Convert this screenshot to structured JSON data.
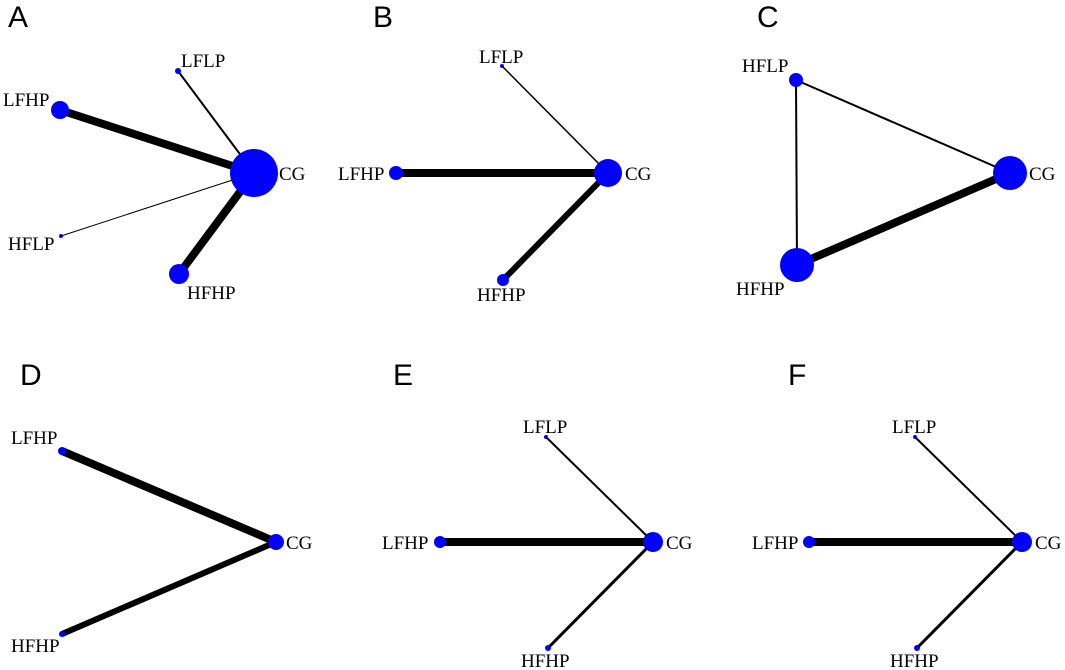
{
  "node_color": "#0000ff",
  "edge_color": "#000000",
  "panels": [
    {
      "id": "A",
      "label": "A",
      "nodes": [
        {
          "id": "CG",
          "label": "CG"
        },
        {
          "id": "LFLP",
          "label": "LFLP"
        },
        {
          "id": "LFHP",
          "label": "LFHP"
        },
        {
          "id": "HFLP",
          "label": "HFLP"
        },
        {
          "id": "HFHP",
          "label": "HFHP"
        }
      ],
      "edges": [
        {
          "source": "LFLP",
          "target": "CG"
        },
        {
          "source": "LFHP",
          "target": "CG"
        },
        {
          "source": "HFLP",
          "target": "CG"
        },
        {
          "source": "HFHP",
          "target": "CG"
        }
      ]
    },
    {
      "id": "B",
      "label": "B",
      "nodes": [
        {
          "id": "CG",
          "label": "CG"
        },
        {
          "id": "LFLP",
          "label": "LFLP"
        },
        {
          "id": "LFHP",
          "label": "LFHP"
        },
        {
          "id": "HFHP",
          "label": "HFHP"
        }
      ],
      "edges": [
        {
          "source": "LFLP",
          "target": "CG"
        },
        {
          "source": "LFHP",
          "target": "CG"
        },
        {
          "source": "HFHP",
          "target": "CG"
        }
      ]
    },
    {
      "id": "C",
      "label": "C",
      "nodes": [
        {
          "id": "CG",
          "label": "CG"
        },
        {
          "id": "HFLP",
          "label": "HFLP"
        },
        {
          "id": "HFHP",
          "label": "HFHP"
        }
      ],
      "edges": [
        {
          "source": "HFLP",
          "target": "CG"
        },
        {
          "source": "HFLP",
          "target": "HFHP"
        },
        {
          "source": "HFHP",
          "target": "CG"
        }
      ]
    },
    {
      "id": "D",
      "label": "D",
      "nodes": [
        {
          "id": "CG",
          "label": "CG"
        },
        {
          "id": "LFHP",
          "label": "LFHP"
        },
        {
          "id": "HFHP",
          "label": "HFHP"
        }
      ],
      "edges": [
        {
          "source": "LFHP",
          "target": "CG"
        },
        {
          "source": "HFHP",
          "target": "CG"
        }
      ]
    },
    {
      "id": "E",
      "label": "E",
      "nodes": [
        {
          "id": "CG",
          "label": "CG"
        },
        {
          "id": "LFLP",
          "label": "LFLP"
        },
        {
          "id": "LFHP",
          "label": "LFHP"
        },
        {
          "id": "HFHP",
          "label": "HFHP"
        }
      ],
      "edges": [
        {
          "source": "LFLP",
          "target": "CG"
        },
        {
          "source": "LFHP",
          "target": "CG"
        },
        {
          "source": "HFHP",
          "target": "CG"
        }
      ]
    },
    {
      "id": "F",
      "label": "F",
      "nodes": [
        {
          "id": "CG",
          "label": "CG"
        },
        {
          "id": "LFLP",
          "label": "LFLP"
        },
        {
          "id": "LFHP",
          "label": "LFHP"
        },
        {
          "id": "HFHP",
          "label": "HFHP"
        }
      ],
      "edges": [
        {
          "source": "LFLP",
          "target": "CG"
        },
        {
          "source": "LFHP",
          "target": "CG"
        },
        {
          "source": "HFHP",
          "target": "CG"
        }
      ]
    }
  ]
}
